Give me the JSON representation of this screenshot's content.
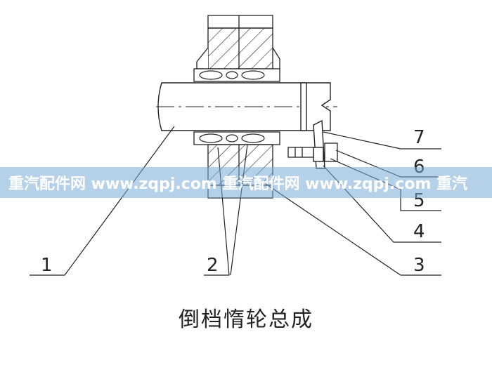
{
  "title": "倒档惰轮总成",
  "callouts": [
    {
      "id": "1",
      "label": "1"
    },
    {
      "id": "2",
      "label": "2"
    },
    {
      "id": "3",
      "label": "3"
    },
    {
      "id": "4",
      "label": "4"
    },
    {
      "id": "5",
      "label": "5"
    },
    {
      "id": "6",
      "label": "6"
    },
    {
      "id": "7",
      "label": "7"
    }
  ],
  "watermark": {
    "text": "重汽配件网 www.zqpj.com 重汽配件网 www.zqpj.com 重汽"
  },
  "colors": {
    "line": "#222222",
    "watermark": "#78aad7"
  }
}
